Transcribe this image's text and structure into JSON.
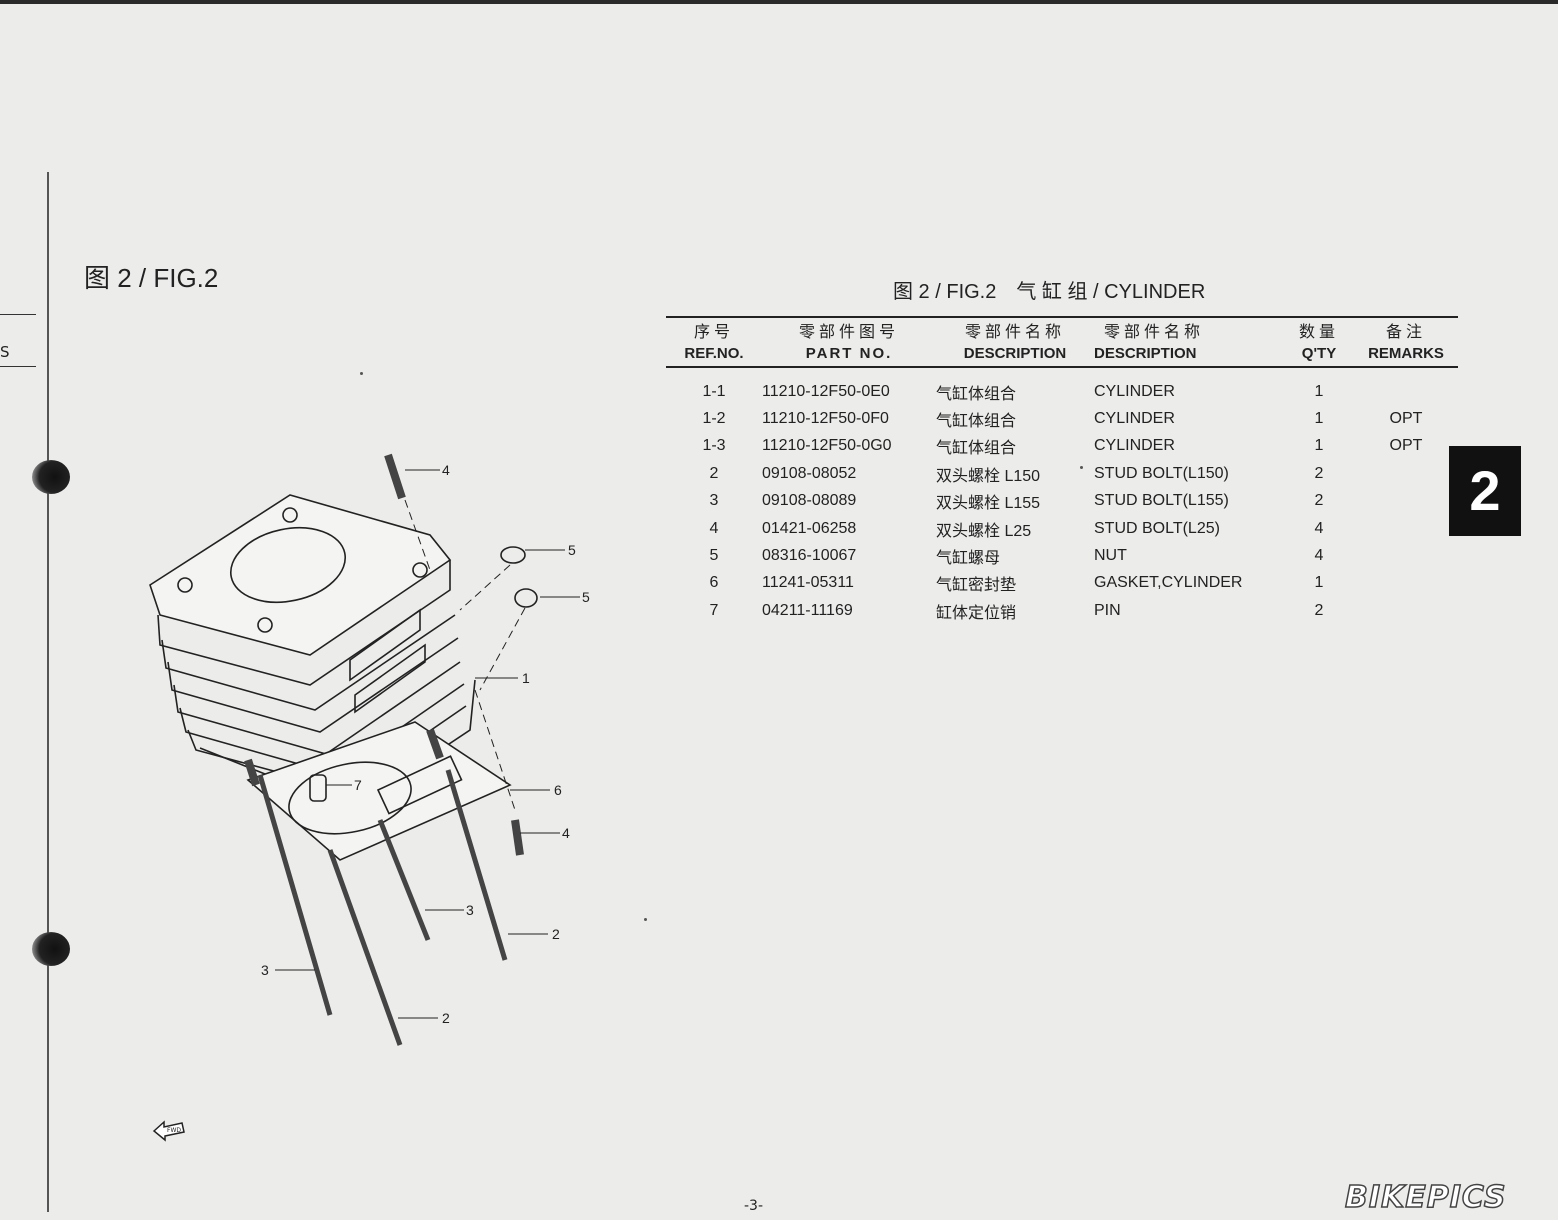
{
  "page": {
    "left_tab_text": "S",
    "figure_label": "图 2 / FIG.2",
    "table_title": "图 2 / FIG.2　气 缸 组 / CYLINDER",
    "section_number": "2",
    "page_number": "-3-",
    "watermark": "BIKEPICS",
    "fwd_label": "FWD"
  },
  "table": {
    "headers": {
      "ref": {
        "cn": "序号",
        "en": "REF.NO."
      },
      "part": {
        "cn": "零部件图号",
        "en": "PART NO."
      },
      "desc_cn": {
        "cn": "零部件名称",
        "en": "DESCRIPTION"
      },
      "desc_en": {
        "cn": "零部件名称",
        "en": "DESCRIPTION"
      },
      "qty": {
        "cn": "数量",
        "en": "Q'TY"
      },
      "remarks": {
        "cn": "备注",
        "en": "REMARKS"
      }
    },
    "rows": [
      {
        "ref": "1-1",
        "part": "11210-12F50-0E0",
        "cn": "气缸体组合",
        "en": "CYLINDER",
        "qty": "1",
        "rem": ""
      },
      {
        "ref": "1-2",
        "part": "11210-12F50-0F0",
        "cn": "气缸体组合",
        "en": "CYLINDER",
        "qty": "1",
        "rem": "OPT"
      },
      {
        "ref": "1-3",
        "part": "11210-12F50-0G0",
        "cn": "气缸体组合",
        "en": "CYLINDER",
        "qty": "1",
        "rem": "OPT"
      },
      {
        "ref": "2",
        "part": "09108-08052",
        "cn": "双头螺栓 L150",
        "en": "STUD BOLT(L150)",
        "qty": "2",
        "rem": ""
      },
      {
        "ref": "3",
        "part": "09108-08089",
        "cn": "双头螺栓 L155",
        "en": "STUD BOLT(L155)",
        "qty": "2",
        "rem": ""
      },
      {
        "ref": "4",
        "part": "01421-06258",
        "cn": "双头螺栓 L25",
        "en": "STUD BOLT(L25)",
        "qty": "4",
        "rem": ""
      },
      {
        "ref": "5",
        "part": "08316-10067",
        "cn": "气缸螺母",
        "en": "NUT",
        "qty": "4",
        "rem": ""
      },
      {
        "ref": "6",
        "part": "11241-05311",
        "cn": "气缸密封垫",
        "en": "GASKET,CYLINDER",
        "qty": "1",
        "rem": ""
      },
      {
        "ref": "7",
        "part": "04211-11169",
        "cn": "缸体定位销",
        "en": "PIN",
        "qty": "2",
        "rem": ""
      }
    ]
  },
  "diagram": {
    "callouts": [
      "4",
      "5",
      "5",
      "1",
      "6",
      "4",
      "3",
      "2",
      "7",
      "3",
      "2"
    ]
  }
}
